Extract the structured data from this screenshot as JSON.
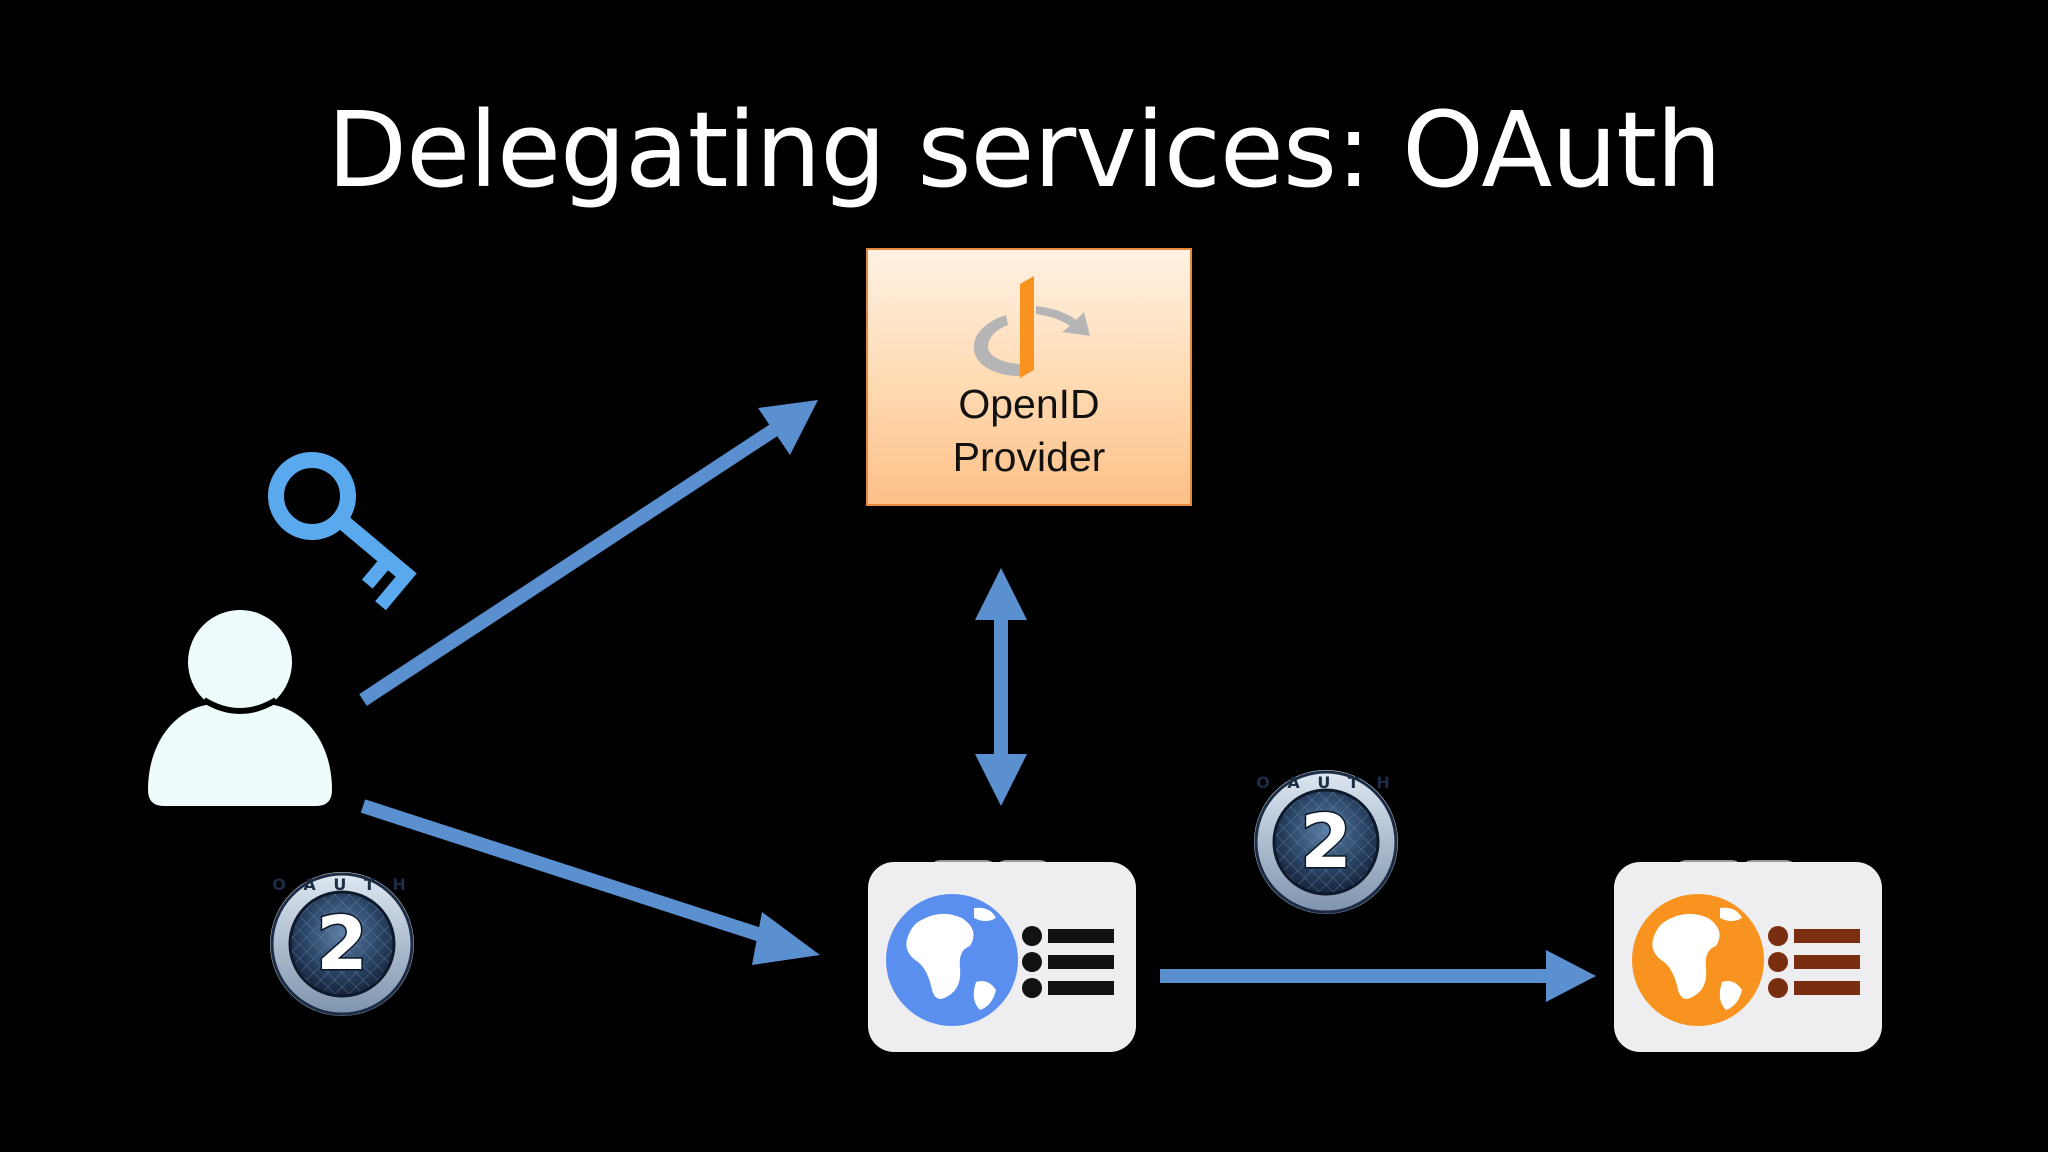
{
  "slide": {
    "title": "Delegating services: OAuth",
    "background_color": "#000000",
    "arrow_color": "#5a8fd0"
  },
  "provider": {
    "label": "OpenID\nProvider",
    "icon": "openid-logo-icon",
    "colors": {
      "border": "#e58a3c",
      "orange": "#f7931e",
      "gray": "#b5b5b5"
    }
  },
  "icons": {
    "user": "user-icon",
    "key": "key-icon",
    "oauth_badge": "oauth2-badge-icon",
    "service_blue": "web-service-blue-icon",
    "service_orange": "web-service-orange-icon"
  },
  "oauth_badge": {
    "number": "2",
    "ring_text": "OAUTH"
  }
}
